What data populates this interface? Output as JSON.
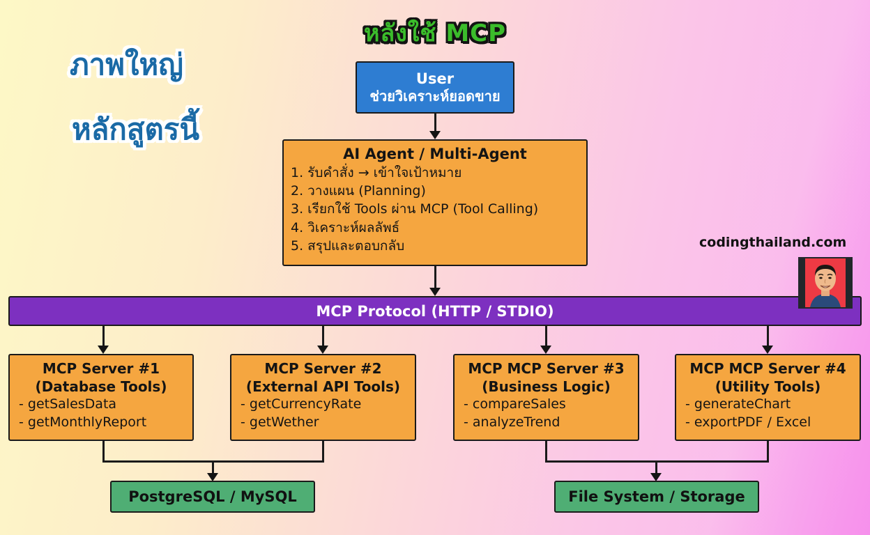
{
  "slide": {
    "title": "หลังใช้ MCP",
    "side_note": {
      "line1": "ภาพใหญ่",
      "line2": "หลักสูตรนี้"
    },
    "watermark": "codingthailand.com"
  },
  "diagram": {
    "user_box": {
      "title": "User",
      "request": "ช่วยวิเคราะห์ยอดขาย"
    },
    "agent_box": {
      "title": "AI Agent / Multi-Agent",
      "steps": [
        "1. รับคำสั่ง → เข้าใจเป้าหมาย",
        "2. วางแผน (Planning)",
        "3. เรียกใช้ Tools ผ่าน MCP (Tool Calling)",
        "4. วิเคราะห์ผลลัพธ์",
        "5. สรุปและตอบกลับ"
      ]
    },
    "protocol_bar": {
      "label": "MCP Protocol (HTTP / STDIO)"
    },
    "servers": [
      {
        "title": "MCP Server #1",
        "subtitle": "(Database Tools)",
        "tools": [
          "- getSalesData",
          "- getMonthlyReport"
        ]
      },
      {
        "title": "MCP Server #2",
        "subtitle": "(External API Tools)",
        "tools": [
          "- getCurrencyRate",
          "- getWether"
        ]
      },
      {
        "title": "MCP MCP Server #3",
        "subtitle": "(Business Logic)",
        "tools": [
          "- compareSales",
          "- analyzeTrend"
        ]
      },
      {
        "title": "MCP MCP Server #4",
        "subtitle": "(Utility Tools)",
        "tools": [
          "- generateChart",
          "- exportPDF / Excel"
        ]
      }
    ],
    "storage": [
      {
        "label": "PostgreSQL / MySQL"
      },
      {
        "label": "File System / Storage"
      }
    ]
  },
  "colors": {
    "title_green": "#3bbd2b",
    "note_blue": "#1a6aa6",
    "box_orange": "#f5a640",
    "box_blue": "#2e7dd2",
    "bar_purple": "#7d30c0",
    "box_green": "#4fae74",
    "bg_yellow": "#fdf8c6",
    "bg_pink": "#fab3f1"
  }
}
